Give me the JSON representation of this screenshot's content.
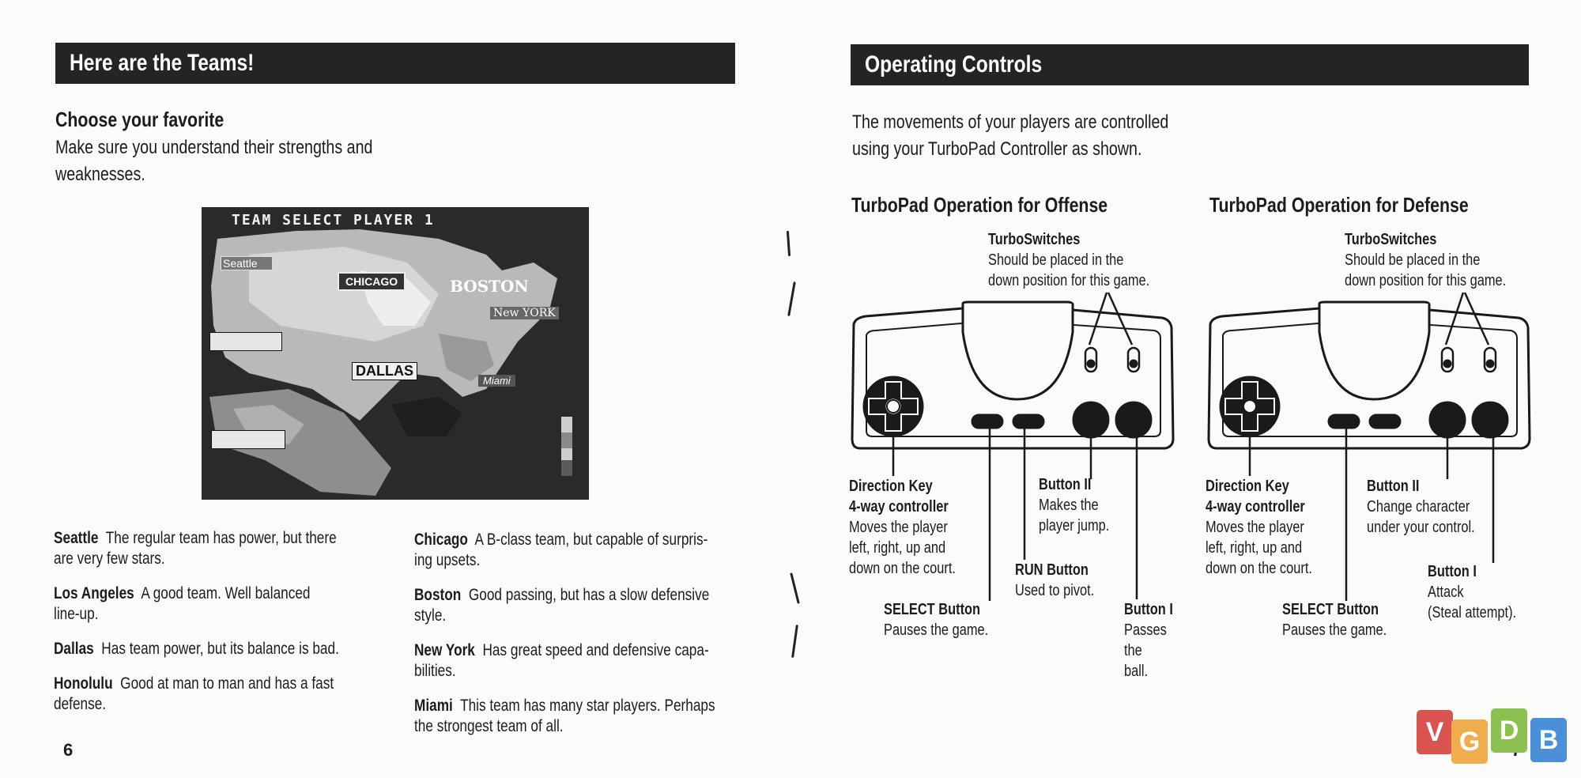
{
  "left": {
    "banner": "Here are the Teams!",
    "subhead": "Choose your favorite",
    "intro_line1": "Make sure you understand their strengths and",
    "intro_line2": "weaknesses.",
    "screenshot": {
      "title": "TEAM SELECT PLAYER 1",
      "labels": [
        "Seattle",
        "CHICAGO",
        "BOSTON",
        "New YORK",
        "DALLAS",
        "Miami"
      ]
    },
    "teams_col1": [
      {
        "name": "Seattle",
        "desc1": "The regular team has power, but there",
        "desc2": "are very few stars."
      },
      {
        "name": "Los Angeles",
        "desc1": "A good team. Well balanced",
        "desc2": "line-up."
      },
      {
        "name": "Dallas",
        "desc1": "Has team power, but its balance is bad.",
        "desc2": ""
      },
      {
        "name": "Honolulu",
        "desc1": "Good at man to man and has a fast",
        "desc2": "defense."
      }
    ],
    "teams_col2": [
      {
        "name": "Chicago",
        "desc1": "A B-class team, but capable of surpris-",
        "desc2": "ing upsets."
      },
      {
        "name": "Boston",
        "desc1": "Good passing, but has a slow defensive",
        "desc2": "style."
      },
      {
        "name": "New York",
        "desc1": "Has great speed and defensive capa-",
        "desc2": "bilities."
      },
      {
        "name": "Miami",
        "desc1": "This team has many star players. Perhaps",
        "desc2": "the strongest team of all."
      }
    ],
    "page_number": "6"
  },
  "right": {
    "banner": "Operating Controls",
    "intro_line1": "The movements of your players are controlled",
    "intro_line2": "using your TurboPad Controller as shown.",
    "offense": {
      "heading": "TurboPad Operation for Offense",
      "turbo_title": "TurboSwitches",
      "turbo_desc1": "Should be placed in the",
      "turbo_desc2": "down position for this game.",
      "dir_title1": "Direction Key",
      "dir_title2": "4-way controller",
      "dir_desc1": "Moves the player",
      "dir_desc2": "left, right, up and",
      "dir_desc3": "down on the court.",
      "select_title": "SELECT Button",
      "select_desc": "Pauses the game.",
      "run_title": "RUN Button",
      "run_desc": "Used to pivot.",
      "b2_title": "Button II",
      "b2_desc1": "Makes the",
      "b2_desc2": "player jump.",
      "b1_title": "Button I",
      "b1_desc1": "Passes",
      "b1_desc2": "the",
      "b1_desc3": "ball."
    },
    "defense": {
      "heading": "TurboPad Operation for Defense",
      "turbo_title": "TurboSwitches",
      "turbo_desc1": "Should be placed in the",
      "turbo_desc2": "down position for this game.",
      "dir_title1": "Direction Key",
      "dir_title2": "4-way controller",
      "dir_desc1": "Moves the player",
      "dir_desc2": "left, right, up and",
      "dir_desc3": "down on the court.",
      "select_title": "SELECT Button",
      "select_desc": "Pauses the game.",
      "b2_title": "Button II",
      "b2_desc1": "Change character",
      "b2_desc2": "under your control.",
      "b1_title": "Button I",
      "b1_desc1": "Attack",
      "b1_desc2": "(Steal attempt)."
    },
    "page_number": "7"
  },
  "logo": {
    "letters": [
      "V",
      "G",
      "D",
      "B"
    ],
    "colors": [
      "#d9534f",
      "#f0ad4e",
      "#8cc152",
      "#4a90d9"
    ]
  }
}
